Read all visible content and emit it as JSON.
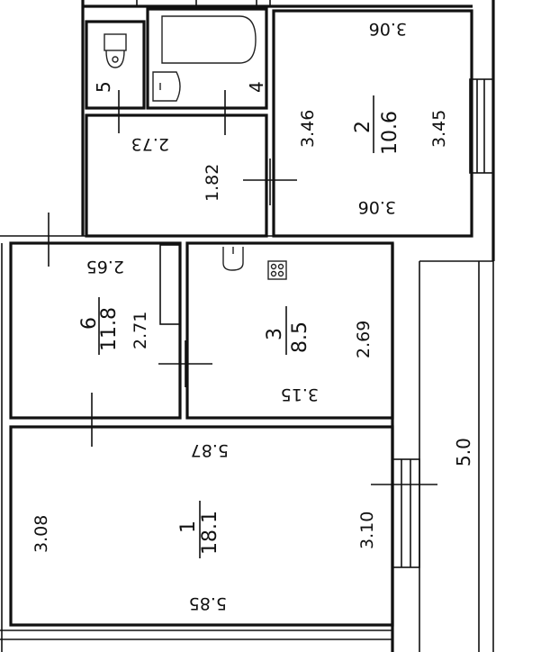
{
  "rooms": {
    "room1": {
      "number": "1",
      "area": "18.1",
      "top": "5.87",
      "bottom": "5.85",
      "left": "3.08",
      "right": "3.10"
    },
    "room2": {
      "number": "2",
      "area": "10.6",
      "top": "3.06",
      "bottom": "3.06",
      "left": "3.46",
      "right": "3.45"
    },
    "room3": {
      "number": "3",
      "area": "8.5",
      "bottom": "3.15",
      "right": "2.69"
    },
    "room6": {
      "number": "6",
      "area": "11.8",
      "top": "2.65",
      "right": "2.71"
    },
    "hall": {
      "top": "2.73",
      "side": "1.82"
    },
    "wc": {
      "number": "5"
    },
    "bath": {
      "number": "4"
    }
  },
  "balcony": {
    "length": "5.0"
  },
  "colors": {
    "line": "#111111",
    "background": "#ffffff"
  }
}
